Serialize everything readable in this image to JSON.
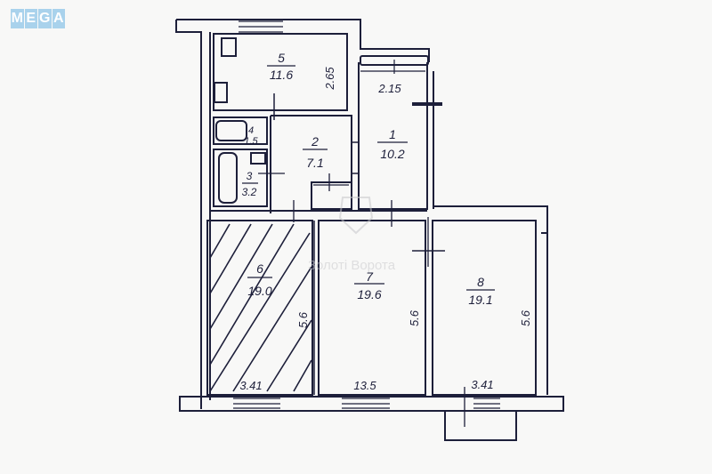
{
  "logo": {
    "letters": [
      "M",
      "E",
      "G",
      "A"
    ],
    "color": "#a9d2ec"
  },
  "watermark": {
    "text": "Золоті Ворота",
    "icon": "shield-emblem-icon"
  },
  "plan": {
    "line_color": "#1d1f3a",
    "rooms": [
      {
        "number": "1",
        "area": "10.2"
      },
      {
        "number": "2",
        "area": "7.1"
      },
      {
        "number": "3",
        "area": "3.2"
      },
      {
        "number": "4",
        "area": "1.5"
      },
      {
        "number": "5",
        "area": "11.6"
      },
      {
        "number": "6",
        "area": "19.0"
      },
      {
        "number": "7",
        "area": "19.6"
      },
      {
        "number": "8",
        "area": "19.1"
      }
    ],
    "dimensions": {
      "kitchen_height": "2.65",
      "hall_width": "2.15",
      "room6_depth": "5.6",
      "room7_depth": "5.6",
      "room8_depth": "5.6",
      "room6_width": "3.41",
      "room7_width": "13.5",
      "room8_width": "3.41"
    }
  }
}
